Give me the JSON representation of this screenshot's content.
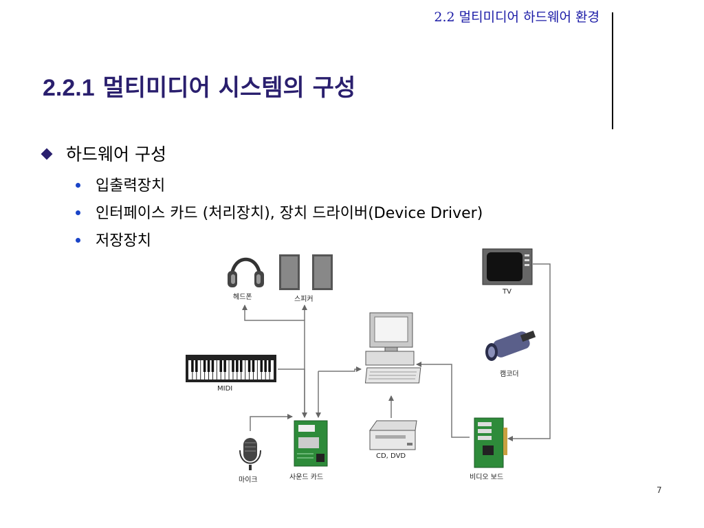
{
  "header": {
    "section": "2.2 멀티미디어 하드웨어 환경"
  },
  "title": {
    "number": "2.2.1",
    "text": "멀티미디어 시스템의 구성"
  },
  "bullets": {
    "main": "하드웨어 구성",
    "items": [
      "입출력장치",
      "인터페이스 카드 (처리장치), 장치 드라이버(Device Driver)",
      "저장장치"
    ]
  },
  "diagram": {
    "labels": {
      "headphone": "헤드폰",
      "speaker": "스피커",
      "tv": "TV",
      "camcorder": "캠코더",
      "midi": "MIDI",
      "mic": "마이크",
      "soundcard": "사운드 카드",
      "cddvd": "CD, DVD",
      "videoboard": "비디오 보드"
    }
  },
  "page_number": "7"
}
